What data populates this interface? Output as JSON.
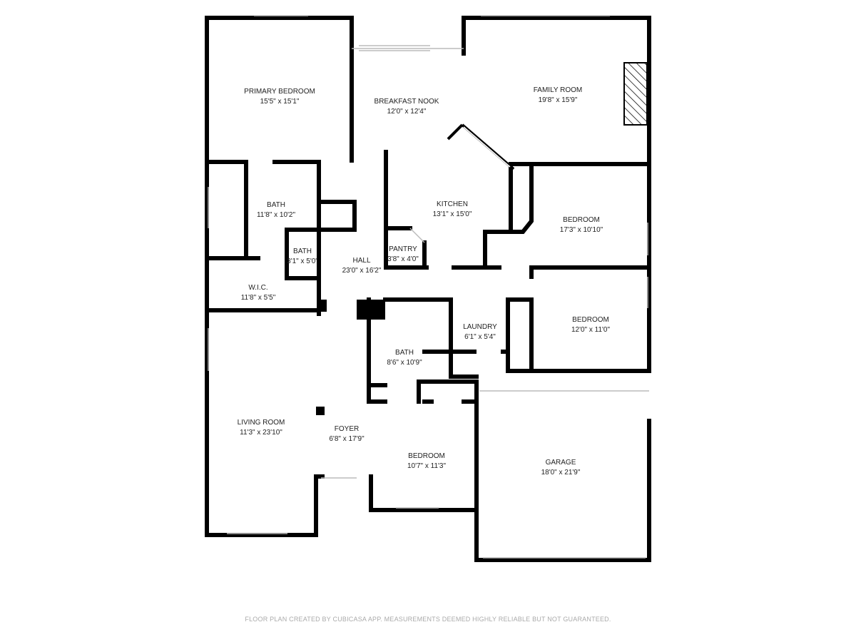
{
  "rooms": [
    {
      "name": "PRIMARY BEDROOM",
      "size": "15'5\" x 15'1\""
    },
    {
      "name": "BREAKFAST NOOK",
      "size": "12'0\" x 12'4\""
    },
    {
      "name": "FAMILY ROOM",
      "size": "19'8\" x 15'9\""
    },
    {
      "name": "BATH",
      "size": "11'8\" x 10'2\""
    },
    {
      "name": "KITCHEN",
      "size": "13'1\" x 15'0\""
    },
    {
      "name": "BEDROOM",
      "size": "17'3\" x 10'10\""
    },
    {
      "name": "BATH",
      "size": "3'1\" x 5'0\""
    },
    {
      "name": "PANTRY",
      "size": "3'8\" x 4'0\""
    },
    {
      "name": "HALL",
      "size": "23'0\" x 16'2\""
    },
    {
      "name": "W.I.C.",
      "size": "11'8\" x 5'5\""
    },
    {
      "name": "LAUNDRY",
      "size": "6'1\" x 5'4\""
    },
    {
      "name": "BEDROOM",
      "size": "12'0\" x 11'0\""
    },
    {
      "name": "BATH",
      "size": "8'6\" x 10'9\""
    },
    {
      "name": "LIVING ROOM",
      "size": "11'3\" x 23'10\""
    },
    {
      "name": "FOYER",
      "size": "6'8\" x 17'9\""
    },
    {
      "name": "BEDROOM",
      "size": "10'7\" x 11'3\""
    },
    {
      "name": "GARAGE",
      "size": "18'0\" x 21'9\""
    }
  ],
  "footer": "FLOOR PLAN CREATED BY CUBICASA APP. MEASUREMENTS DEEMED HIGHLY RELIABLE BUT NOT GUARANTEED.",
  "colors": {
    "wall": "#000000",
    "window": "#bbbbbb",
    "footer": "#aaaaaa"
  }
}
